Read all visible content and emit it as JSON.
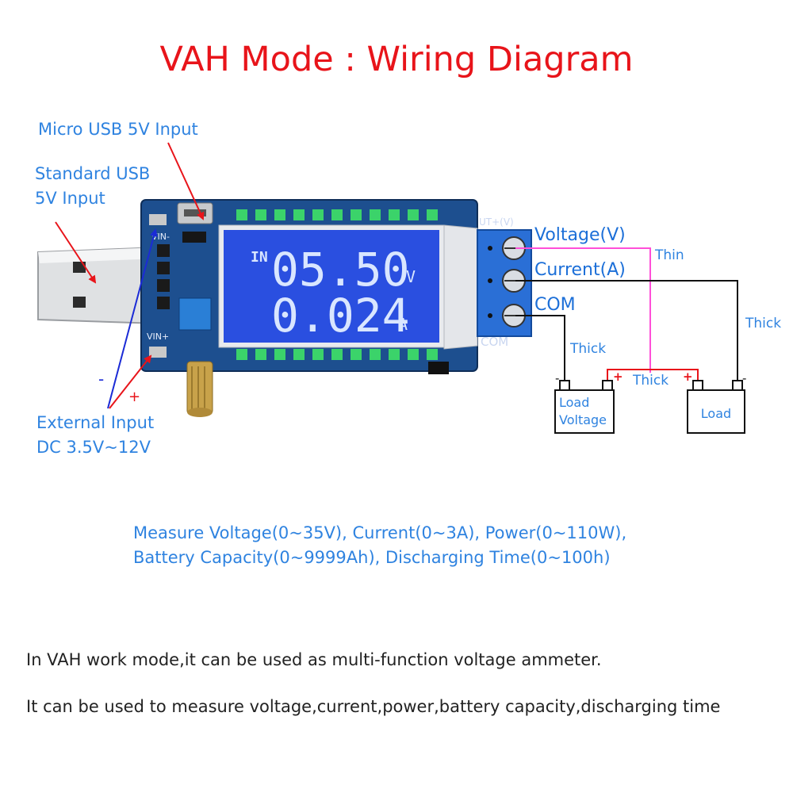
{
  "title": "VAH Mode : Wiring Diagram",
  "labels": {
    "micro_usb": "Micro USB 5V Input",
    "standard_usb_line1": "Standard USB",
    "standard_usb_line2": "5V Input",
    "external_line1": "External Input",
    "external_line2": "DC 3.5V~12V",
    "minus": "-",
    "plus": "+"
  },
  "board": {
    "lcd_in": "IN",
    "lcd_row1": "05.50",
    "lcd_unit1": "V",
    "lcd_row2": "0.024",
    "lcd_unit2": "A",
    "vin_minus": "VIN-",
    "vin_plus": "VIN+",
    "out_label": "UT+(V)",
    "com_label": "COM"
  },
  "terminals": {
    "voltage": "Voltage(V)",
    "current": "Current(A)",
    "com": "COM"
  },
  "wires": {
    "thin": "Thin",
    "thick_right": "Thick",
    "thick_left": "Thick",
    "thick_bottom": "Thick",
    "minus_left": "-",
    "plus_left": "+",
    "plus_right": "+",
    "minus_right": "-"
  },
  "loads": {
    "load_voltage_line1": "Load",
    "load_voltage_line2": "Voltage",
    "load": "Load"
  },
  "description": {
    "line1": "Measure Voltage(0~35V), Current(0~3A), Power(0~110W),",
    "line2": "Battery Capacity(0~9999Ah), Discharging Time(0~100h)"
  },
  "body": {
    "para1": "In VAH work mode,it can be used as multi-function voltage ammeter.",
    "para2": "It can be used to measure voltage,current,power,battery capacity,discharging time"
  },
  "colors": {
    "title": "#e8141a",
    "label_blue": "#2f83e0",
    "pcb": "#1d4f8f",
    "lcd": "#2a4fe0",
    "thin_wire": "#ff4fd8",
    "red_wire": "#e8141a"
  }
}
